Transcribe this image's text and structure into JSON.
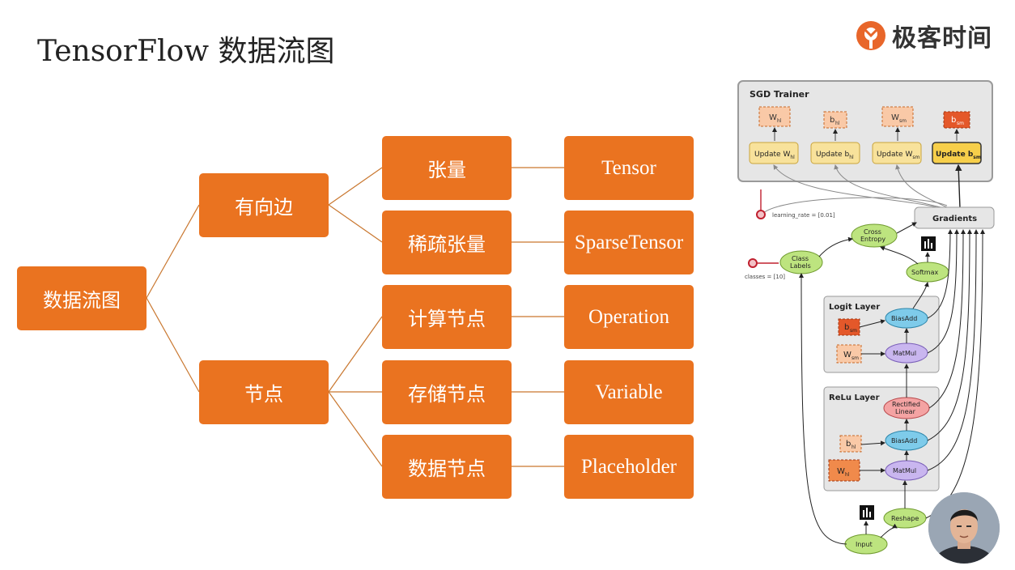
{
  "slide": {
    "title": "TensorFlow 数据流图",
    "brand": {
      "name": "极客时间",
      "icon": "geektime-logo-icon",
      "color": "#e8662a"
    }
  },
  "mindmap": {
    "node_color": "#ea7320",
    "line_color": "#c9772f",
    "root": "数据流图",
    "branches": [
      {
        "label": "有向边",
        "children": [
          {
            "label": "张量",
            "term": "Tensor"
          },
          {
            "label": "稀疏张量",
            "term": "SparseTensor"
          }
        ]
      },
      {
        "label": "节点",
        "children": [
          {
            "label": "计算节点",
            "term": "Operation"
          },
          {
            "label": "存储节点",
            "term": "Variable"
          },
          {
            "label": "数据节点",
            "term": "Placeholder"
          }
        ]
      }
    ]
  },
  "tf_graph": {
    "sgd_title": "SGD Trainer",
    "params": [
      "W",
      "b",
      "W",
      "b"
    ],
    "param_subs": [
      "hl",
      "hl",
      "sm",
      "sm"
    ],
    "update_prefix": "Update ",
    "gradients": "Gradients",
    "learning_rate": "learning_rate = [0.01]",
    "cross_entropy": [
      "Cross",
      "Entropy"
    ],
    "class_labels": [
      "Class",
      "Labels"
    ],
    "classes": "classes = [10]",
    "softmax": "Softmax",
    "logit_layer": "Logit Layer",
    "relu_layer": "ReLu Layer",
    "bias_add": "BiasAdd",
    "mat_mul": "MatMul",
    "rectified": [
      "Rectified",
      "Linear"
    ],
    "b_sm": "b",
    "b_sm_sub": "sm",
    "w_sm": "W",
    "w_sm_sub": "sm",
    "b_hl": "b",
    "b_hl_sub": "hl",
    "w_hl": "W",
    "w_hl_sub": "hl",
    "reshape": "Reshape",
    "input": "Input"
  },
  "presenter": {
    "icon": "presenter-avatar-icon"
  }
}
